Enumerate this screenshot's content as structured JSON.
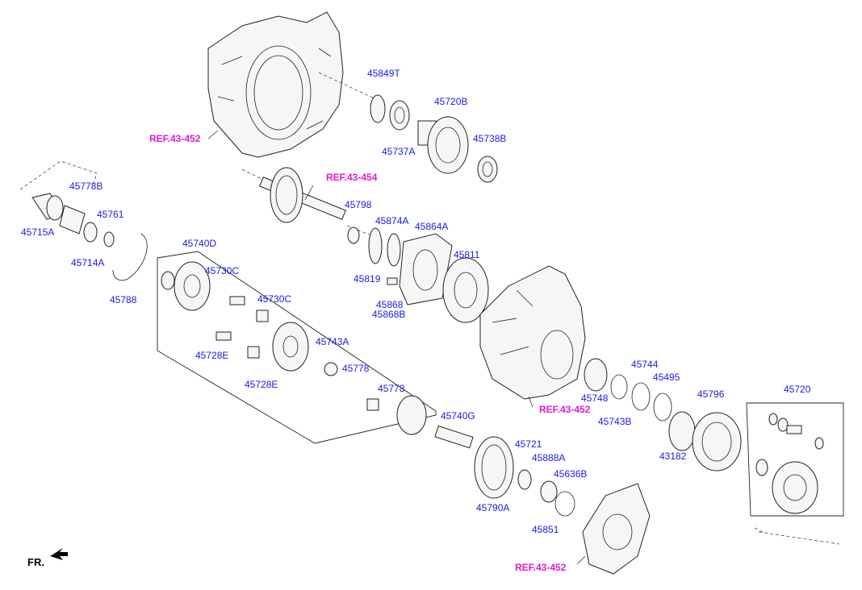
{
  "refs": {
    "r1": "REF.43-452",
    "r2": "REF.43-454",
    "r3": "REF.43-452",
    "r4": "REF.43-452"
  },
  "labels": {
    "p45849T": "45849T",
    "p45720B": "45720B",
    "p45737A": "45737A",
    "p45738B": "45738B",
    "p45778B": "45778B",
    "p45715A": "45715A",
    "p45761": "45761",
    "p45714A": "45714A",
    "p45788": "45788",
    "p45798": "45798",
    "p45874A": "45874A",
    "p45864A": "45864A",
    "p45819": "45819",
    "p45811": "45811",
    "p45868": "45868",
    "p45868B": "45868B",
    "p45740D": "45740D",
    "p45730C_1": "45730C",
    "p45730C_2": "45730C",
    "p45728E_1": "45728E",
    "p45728E_2": "45728E",
    "p45743A": "45743A",
    "p45778_1": "45778",
    "p45778_2": "45778",
    "p45740G": "45740G",
    "p45721": "45721",
    "p45888A": "45888A",
    "p45636B": "45636B",
    "p45790A": "45790A",
    "p45851": "45851",
    "p45748": "45748",
    "p45744": "45744",
    "p45495": "45495",
    "p45796": "45796",
    "p45743B": "45743B",
    "p43182": "43182",
    "p45720": "45720"
  },
  "fr_label": "FR."
}
